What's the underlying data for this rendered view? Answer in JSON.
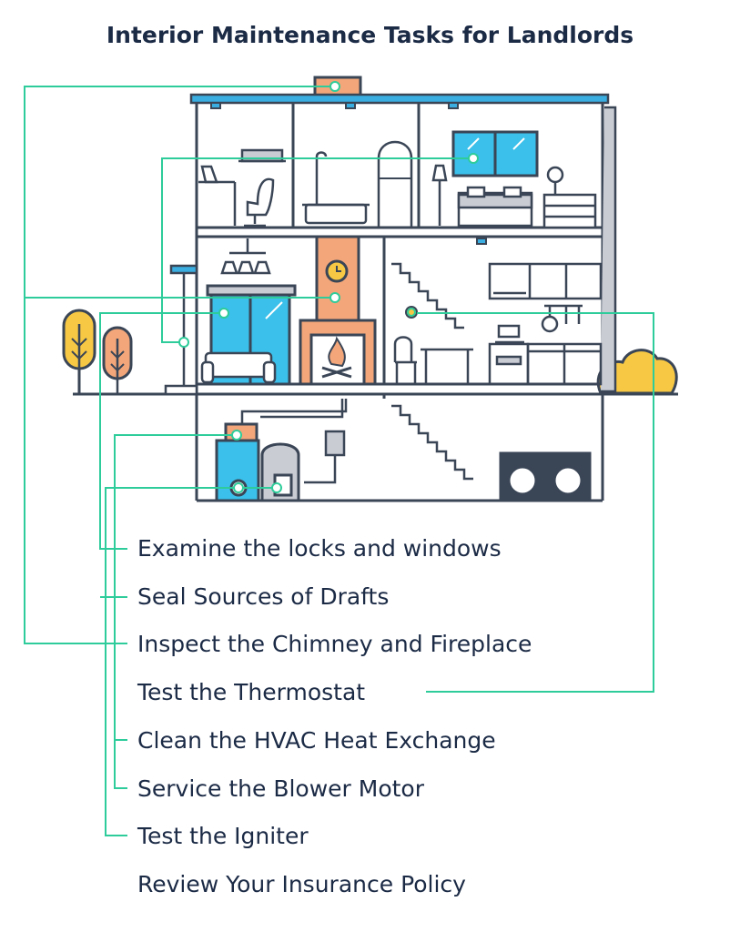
{
  "title": "Interior Maintenance Tasks for Landlords",
  "tasks": [
    "Examine the locks and windows",
    "Seal Sources of Drafts",
    "Inspect the Chimney and Fireplace",
    "Test the Thermostat",
    "Clean the HVAC Heat Exchange",
    "Service the Blower Motor",
    "Test the Igniter",
    "Review Your Insurance Policy"
  ],
  "colors": {
    "outline": "#3a4556",
    "callout": "#2ecc9a",
    "roof": "#3aaee0",
    "window": "#3ac0ea",
    "brick": "#f2a679",
    "tree_yellow": "#f7c843",
    "tree_orange": "#f2a679",
    "text": "#1b2a45",
    "gray": "#c9ccd3"
  }
}
